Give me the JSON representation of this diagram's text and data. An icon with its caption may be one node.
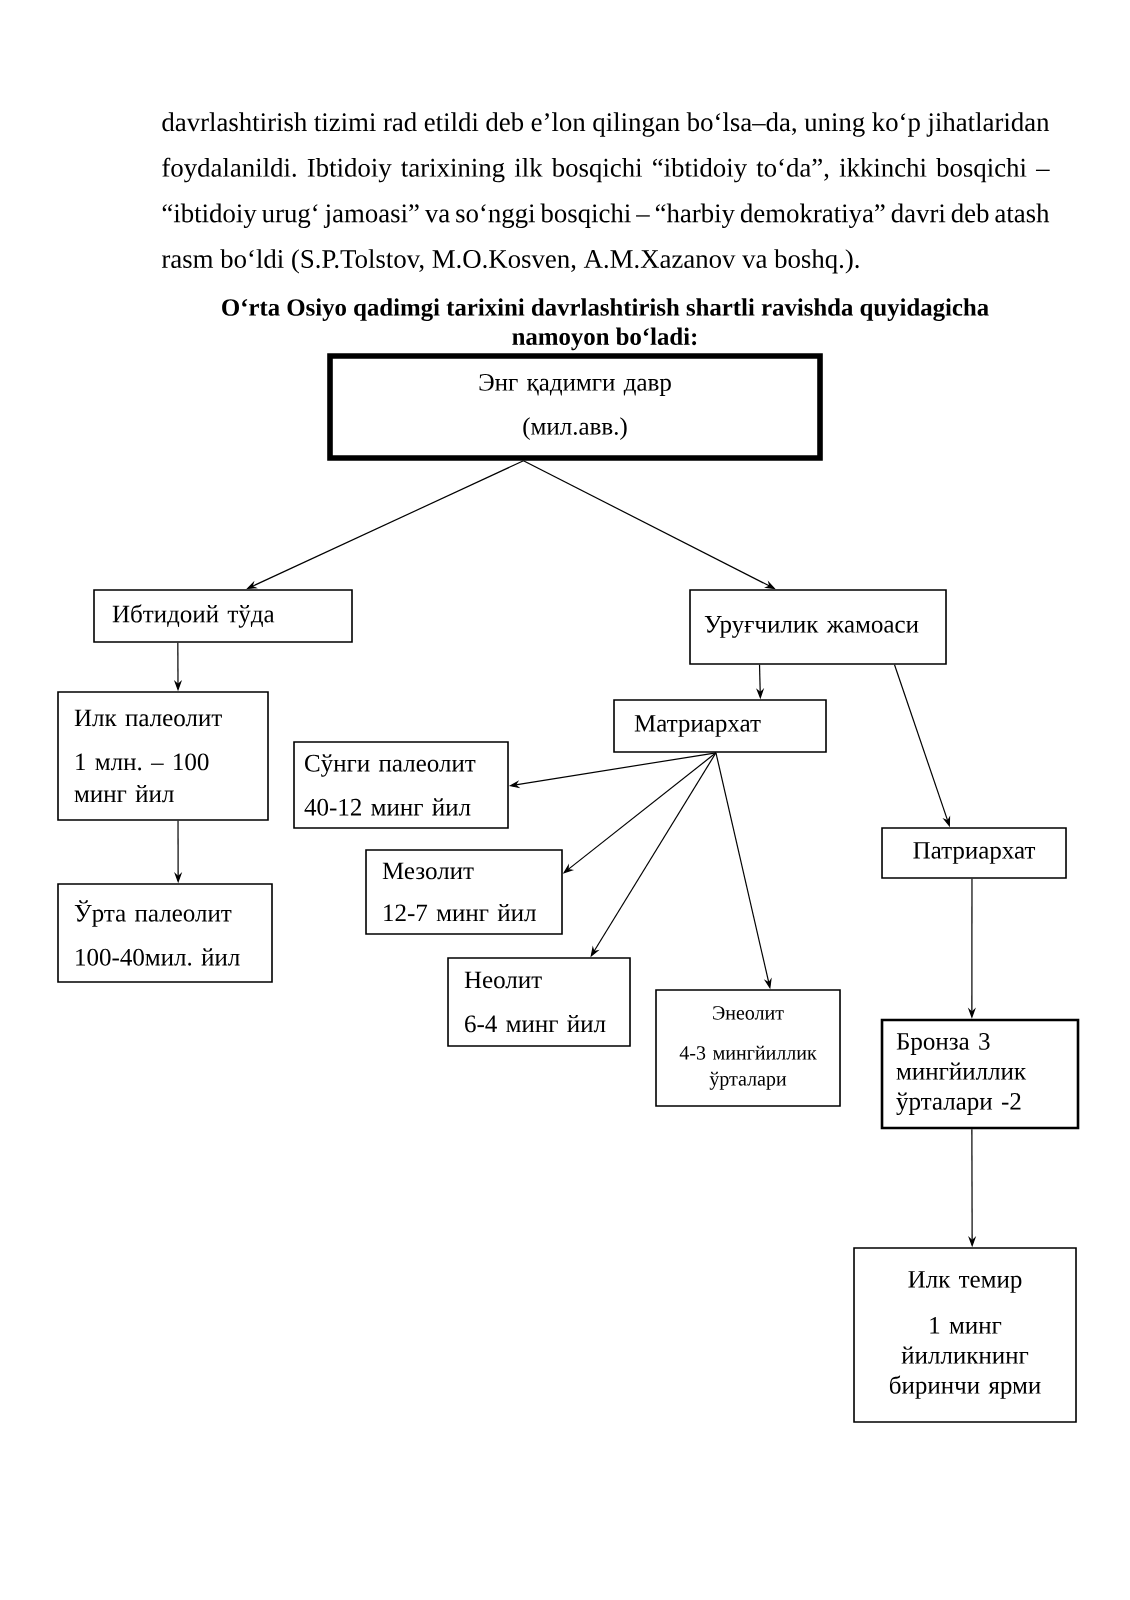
{
  "diagram": {
    "title": "O‘rta Osiyo qadimgi tarixini davrlashtirish shartli ravishda quyidagicha namoyon bo‘ladi:",
    "nodes": [
      {
        "text": [
          "Энг қадимги давр",
          "(мил.авв.)"
        ]
      },
      {
        "text": [
          "Ибтидоий тўда"
        ]
      },
      {
        "text": [
          "Уруғчилик жамоаси"
        ]
      },
      {
        "text": [
          "Илк палеолит",
          "1 млн. – 100 минг йил"
        ]
      },
      {
        "text": [
          "Ўрта палеолит",
          "100-40мил. йил"
        ]
      },
      {
        "text": [
          "Матриархат"
        ]
      },
      {
        "text": [
          "Сўнги палеолит",
          "40-12 минг йил"
        ]
      },
      {
        "text": [
          "Мезолит",
          "12-7 минг йил"
        ]
      },
      {
        "text": [
          "Неолит",
          "6-4 минг йил"
        ]
      },
      {
        "text": [
          "Энеолит",
          "4-3 мингйиллик ўрталари"
        ]
      },
      {
        "text": [
          "Патриархат"
        ]
      },
      {
        "text": [
          "Бронза 3 мингйиллик ўрталари -2"
        ]
      },
      {
        "text": [
          "Илк темир",
          "1 минг йилликнинг биринчи ярми"
        ]
      }
    ],
    "edges": [
      {
        "from": 0,
        "to": 1,
        "arrow": "to"
      },
      {
        "from": 0,
        "to": 2,
        "arrow": "to"
      },
      {
        "from": 1,
        "to": 3,
        "arrow": "to"
      },
      {
        "from": 3,
        "to": 4,
        "arrow": "to"
      },
      {
        "from": 2,
        "to": 5,
        "arrow": "to"
      },
      {
        "from": 2,
        "to": 10,
        "arrow": "to"
      },
      {
        "from": 5,
        "to": 6,
        "arrow": "to"
      },
      {
        "from": 5,
        "to": 7,
        "arrow": "to"
      },
      {
        "from": 5,
        "to": 8,
        "arrow": "to"
      },
      {
        "from": 5,
        "to": 9,
        "arrow": "to"
      },
      {
        "from": 10,
        "to": 11,
        "arrow": "to"
      },
      {
        "from": 11,
        "to": 12,
        "arrow": "to"
      }
    ],
    "labels": [
      "davrlashtirish tizimi rad etildi deb e’lon qilingan bo‘lsa–da, uning ko‘p jihatlaridan foydalanildi. Ibtidoiy tarixining ilk bosqichi “ibtidoiy to‘da”, ikkinchi bosqichi – “ibtidoiy urug‘ jamoasi” va so‘nggi bosqichi – “harbiy demokratiya” davri deb atash rasm bo‘ldi (S.P.Tolstov, M.O.Kosven, A.M.Xazanov va boshq.)."
    ]
  }
}
